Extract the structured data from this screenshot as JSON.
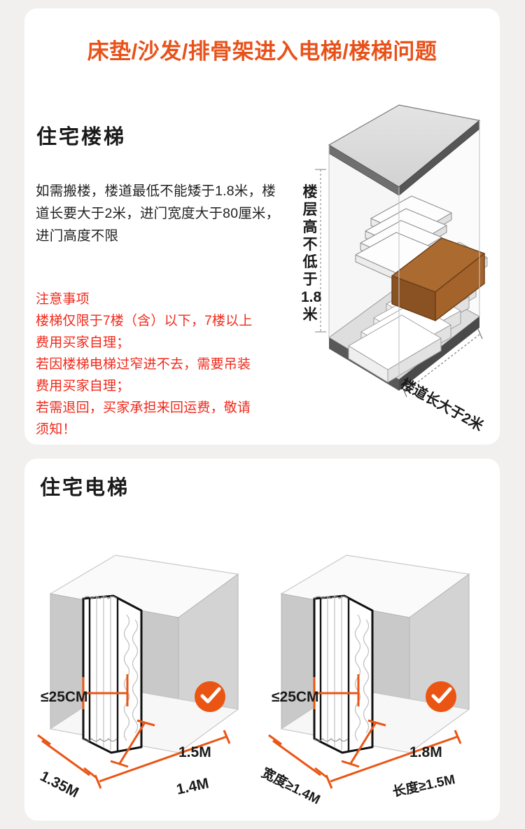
{
  "page": {
    "title": "床垫/沙发/排骨架进入电梯/楼梯问题",
    "background_color": "#f1f0ee",
    "card_color": "#ffffff",
    "accent_orange": "#e8521a",
    "warning_red": "#f0291b",
    "badge_orange": "#ea5514"
  },
  "stairs_section": {
    "heading": "住宅楼梯",
    "body": "如需搬楼，楼道最低不能矮于1.8米，楼道长要大于2米，进门宽度大于80厘米，进门高度不限",
    "warning_title": "注意事项",
    "warning_lines": [
      "楼梯仅限于7楼（含）以下，7楼以上",
      "费用买家自理；",
      "若因楼梯电梯过窄进不去，需要吊装",
      "费用买家自理；",
      "若需退回，买家承担来回运费，敬请",
      "须知！"
    ],
    "illustration": {
      "height_label_chars": [
        "楼",
        "层",
        "高",
        "不",
        "低",
        "于",
        "1.8",
        "米"
      ],
      "height_label": "楼层高不低于1.8米",
      "length_label": "楼道长大于2米",
      "mattress_color": "#a8642c",
      "stair_color": "#ffffff",
      "room_color": "#f2f2f2"
    }
  },
  "elevator_section": {
    "heading": "住宅电梯",
    "diagrams": [
      {
        "name": "elevator-small",
        "thickness_label": "≤25CM",
        "mattress_height_label": "1.5M",
        "depth_label": "1.35M",
        "width_label": "1.4M",
        "status_icon": "check-icon",
        "status_ok": true
      },
      {
        "name": "elevator-large",
        "thickness_label": "≤25CM",
        "mattress_height_label": "1.8M",
        "depth_label": "宽度≥1.4M",
        "width_label": "长度≥1.5M",
        "status_icon": "check-icon",
        "status_ok": true
      }
    ]
  }
}
